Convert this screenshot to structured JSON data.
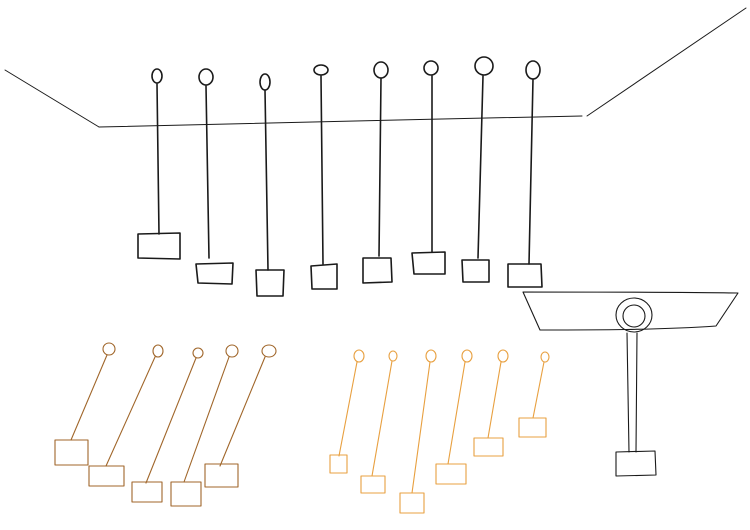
{
  "sketch": {
    "background": "#ffffff",
    "colors": {
      "ink": "#1a1a1a",
      "brown": "#a0662a",
      "orange": "#e8a040"
    },
    "groups": [
      {
        "name": "hanging-row-black",
        "pendant_count": 8,
        "color_key": "ink"
      },
      {
        "name": "swing-group-brown",
        "pendant_count": 5,
        "color_key": "brown"
      },
      {
        "name": "swing-group-orange",
        "pendant_count": 6,
        "color_key": "orange"
      },
      {
        "name": "lamp-fixture",
        "pendant_count": 1,
        "color_key": "ink"
      }
    ]
  }
}
